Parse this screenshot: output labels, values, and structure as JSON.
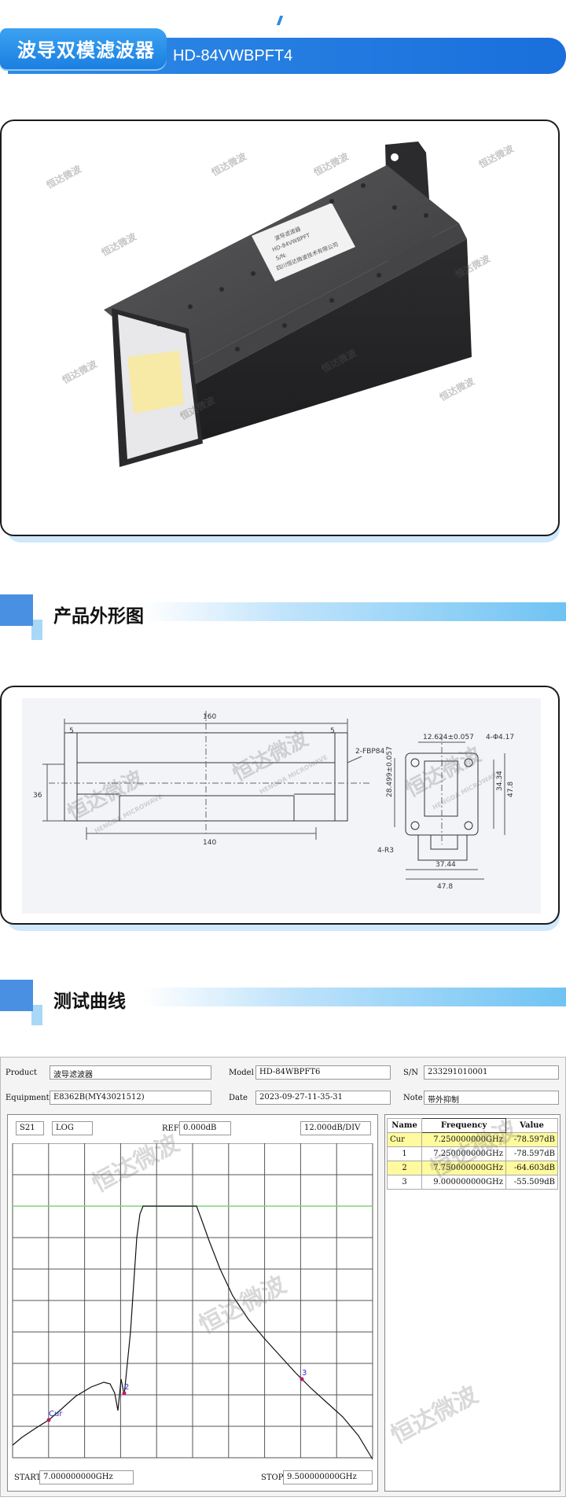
{
  "header": {
    "title": "波导双模滤波器",
    "model": "HD-84VWBPFT4"
  },
  "product_photo": {
    "alt": "product photo",
    "label_lines": [
      "波导滤波器",
      "HD-84VWBPFT",
      "S/N:",
      "四川恒达微波技术有限公司"
    ],
    "watermark": "恒达微波"
  },
  "section_outline": {
    "title": "产品外形图"
  },
  "drawing": {
    "dims": {
      "top": "160",
      "left_small": "5",
      "right_small": "5",
      "bottom": "140",
      "height": "36",
      "flange_label": "2-FBP84",
      "slot_w": "12.624±0.057",
      "holes": "4-Φ4.17",
      "slot_h": "28.499±0.057",
      "inner_h": "34.34",
      "outer_h": "47.8",
      "radius": "4-R3",
      "bottom_w1": "37.44",
      "bottom_w2": "47.8"
    },
    "watermark_cn": "恒达微波",
    "watermark_en": "HENGDA MICROWAVE"
  },
  "section_curve": {
    "title": "测试曲线"
  },
  "test": {
    "product_label": "Product",
    "product_value": "波导滤波器",
    "model_label": "Model",
    "model_value": "HD-84WBPFT6",
    "sn_label": "S/N",
    "sn_value": "233291010001",
    "equipment_label": "Equipment",
    "equipment_value": "E8362B(MY43021512)",
    "date_label": "Date",
    "date_value": "2023-09-27-11-35-31",
    "note_label": "Note",
    "note_value": "带外抑制",
    "trace": "S21",
    "format": "LOG",
    "ref_label": "REF",
    "ref_value": "0.000dB",
    "scale": "12.000dB/DIV",
    "start_label": "START",
    "start_value": "7.000000000GHz",
    "stop_label": "STOP",
    "stop_value": "9.500000000GHz",
    "markers_header": [
      "Name",
      "Frequency",
      "Value"
    ],
    "markers": [
      {
        "name": "Cur",
        "freq": "7.250000000GHz",
        "value": "-78.597dB"
      },
      {
        "name": "1",
        "freq": "7.250000000GHz",
        "value": "-78.597dB"
      },
      {
        "name": "2",
        "freq": "7.750000000GHz",
        "value": "-64.603dB"
      },
      {
        "name": "3",
        "freq": "9.000000000GHz",
        "value": "-55.509dB"
      }
    ],
    "marker_tags": [
      "Cur",
      "2",
      "3"
    ],
    "limit_color": "#7bd67b",
    "trace_color": "#111111",
    "marker_color": "#c0186a"
  }
}
